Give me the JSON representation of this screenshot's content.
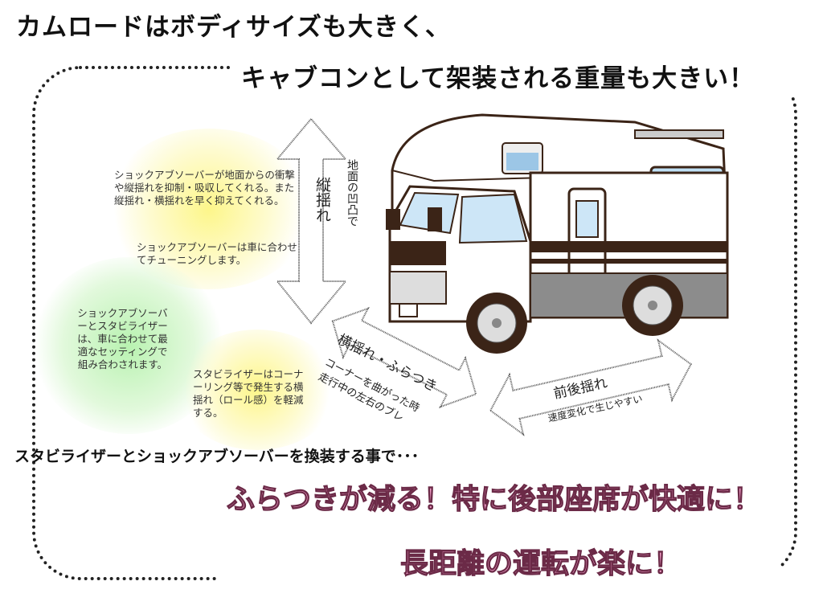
{
  "heading": {
    "line1": "カムロードはボディサイズも大きく、",
    "line2": "キャブコンとして架装される重量も大きい！"
  },
  "notes": {
    "shock_1": "ショックアブソーバーが地面からの衝撃や縦揺れを抑制・吸収してくれる。また縦揺れ・横揺れを早く抑えてくれる。",
    "shock_2": "ショックアブソーバーは車に合わせてチューニングします。",
    "combo": "ショックアブソーバーとスタビライザーは、車に合わせて最適なセッティングで組み合わされます。",
    "stabilizer": "スタビライザーはコーナーリング等で発生する横揺れ（ロール感）を軽減する。"
  },
  "arrows": {
    "vertical": {
      "label": "縦揺れ",
      "caption": "地面の凹凸で"
    },
    "lateral": {
      "label": "横揺れ・ふらつき",
      "caption_1": "コーナーを曲がった時",
      "caption_2": "走行中の左右のブレ"
    },
    "longitudinal": {
      "label": "前後揺れ",
      "caption": "速度変化で生じやすい"
    }
  },
  "summary": {
    "lead": "スタビライザーとショックアブソーバーを換装する事で･･･",
    "result_1": "ふらつきが減る！特に後部座席が快適に！",
    "result_2": "長距離の運転が楽に！"
  },
  "colors": {
    "pink": "#f59fcb",
    "brown": "#3b2417"
  }
}
